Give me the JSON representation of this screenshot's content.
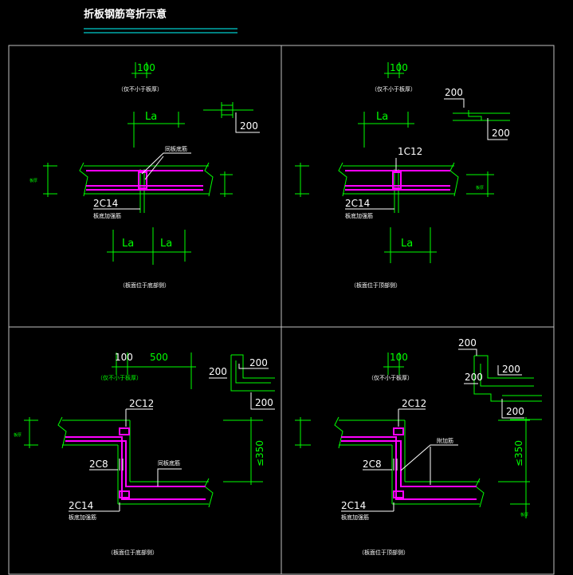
{
  "title": "折板钢筋弯折示意",
  "colors": {
    "background": "#000000",
    "frame": "#c0c0c0",
    "dimension": "#00ff00",
    "annotation": "#ffffff",
    "slab_rebar": "#ff00ff",
    "title_underline": "#00ffff"
  },
  "panels": {
    "tl": {
      "dim_100": "100",
      "note_top": "（仅不小于板厚）",
      "dim_la_top": "La",
      "detail_200": "200",
      "leader_label": "同板底筋",
      "rebar_label": "2C14",
      "rebar_note": "板底加强筋",
      "dim_la_bottom_left": "La",
      "dim_la_bottom_right": "La",
      "thickness_tag": "板厚",
      "caption": "（板面位于底部侧）"
    },
    "tr": {
      "dim_100": "100",
      "note_top": "（仅不小于板厚）",
      "dim_la_top": "La",
      "detail_200_top": "200",
      "detail_200_bottom": "200",
      "rebar_label_top": "1C12",
      "rebar_label": "2C14",
      "rebar_note": "板底加强筋",
      "dim_la_bottom": "La",
      "thickness_tag": "板厚",
      "caption": "（板面位于顶部侧）"
    },
    "bl": {
      "dim_100": "100",
      "dim_500": "500",
      "note_top": "（仅不小于板厚）",
      "detail_200_a": "200",
      "detail_200_b": "200",
      "detail_200_c": "200",
      "rebar_label_top": "2C12",
      "rebar_label_mid": "2C8",
      "leader_label": "同板底筋",
      "rebar_label_bottom": "2C14",
      "rebar_note": "板底加强筋",
      "dim_350": "≤350",
      "thickness_tag": "板厚",
      "caption": "（板面位于底部侧）"
    },
    "br": {
      "dim_100": "100",
      "note_top": "（仅不小于板厚）",
      "detail_200_a": "200",
      "detail_200_b": "200",
      "detail_200_c": "200",
      "detail_200_d": "200",
      "rebar_label_top": "2C12",
      "rebar_label_mid": "2C8",
      "leader_label": "附加筋",
      "rebar_label_bottom": "2C14",
      "rebar_note": "板底加强筋",
      "dim_350": "≤350",
      "thickness_tag": "板厚",
      "caption": "（板面位于顶部侧）"
    }
  }
}
